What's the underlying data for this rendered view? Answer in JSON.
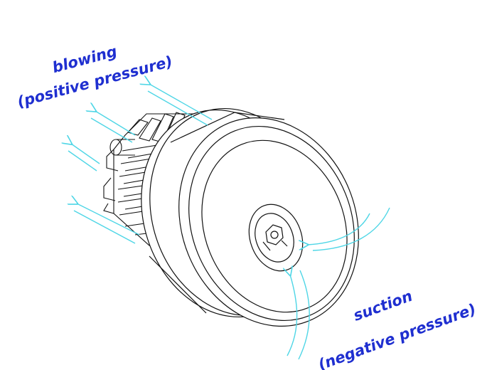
{
  "labels": {
    "blowing_line1": "blowing",
    "blowing_line2": "(positive pressure)",
    "suction_line1": "suction",
    "suction_line2": "(negative pressure)"
  },
  "colors": {
    "label_text": "#1f2fd0",
    "flow_arrows": "#4fd6e6",
    "line_art": "#111111"
  }
}
